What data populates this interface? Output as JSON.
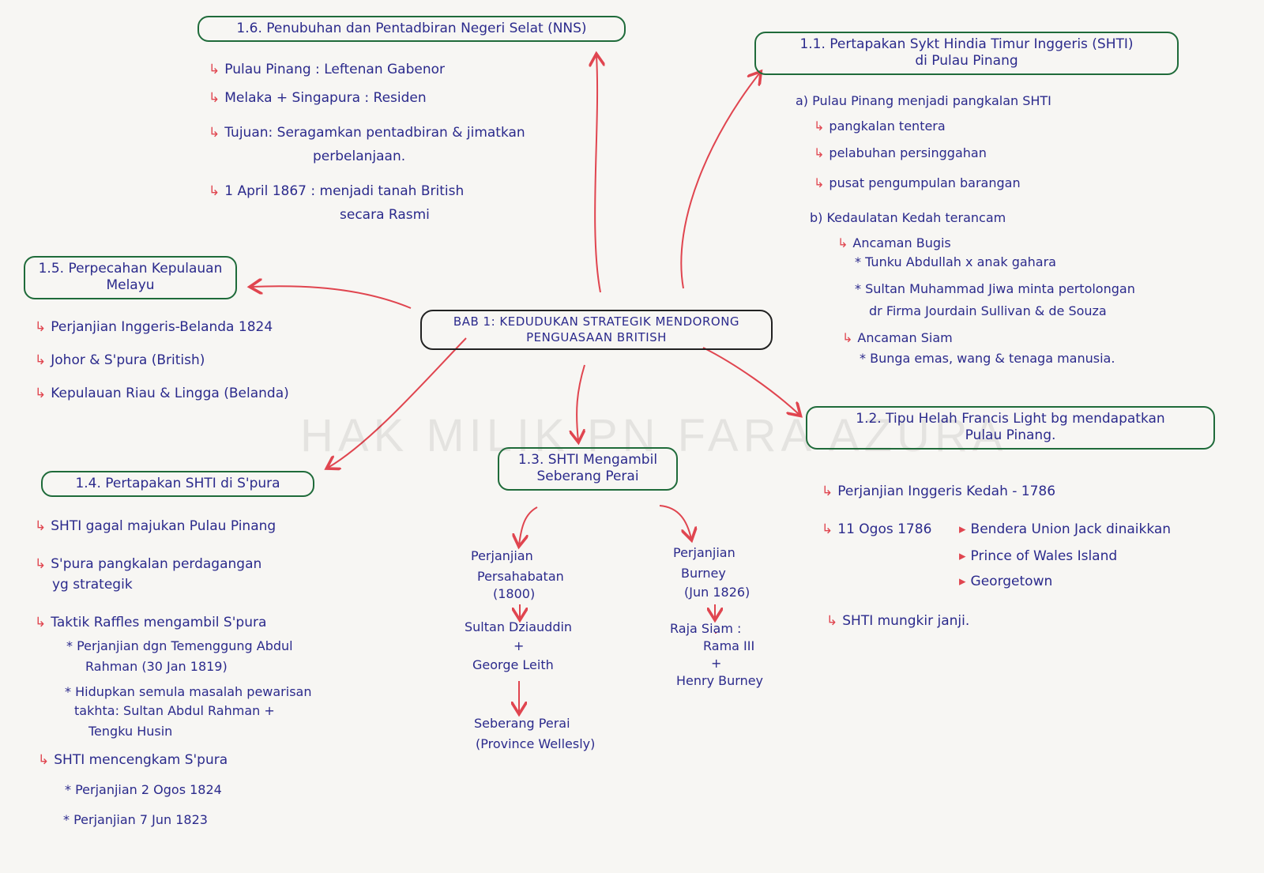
{
  "colors": {
    "ink": "#2b2a8c",
    "box_border": "#1f6b3a",
    "arrow": "#e0454f",
    "center_border": "#222222"
  },
  "watermark": "HAK MILIK PN FARA AZURA",
  "center": {
    "line1": "BAB 1: KEDUDUKAN STRATEGIK MENDORONG",
    "line2": "PENGUASAAN BRITISH"
  },
  "b16": {
    "title": "1.6. Penubuhan dan Pentadbiran Negeri Selat (NNS)",
    "items": [
      "Pulau Pinang : Leftenan Gabenor",
      "Melaka + Singapura : Residen",
      "Tujuan: Seragamkan pentadbiran & jimatkan",
      "perbelanjaan.",
      "1 April 1867 : menjadi tanah British",
      "secara Rasmi"
    ]
  },
  "b11": {
    "title1": "1.1. Pertapakan Sykt Hindia Timur Inggeris (SHTI)",
    "title2": "di Pulau Pinang",
    "items": [
      "a) Pulau Pinang menjadi pangkalan SHTI",
      "pangkalan tentera",
      "pelabuhan persinggahan",
      "pusat pengumpulan barangan",
      "b) Kedaulatan Kedah terancam",
      "Ancaman Bugis",
      "* Tunku Abdullah x anak gahara",
      "* Sultan Muhammad Jiwa minta pertolongan",
      "dr Firma Jourdain Sullivan & de Souza",
      "Ancaman Siam",
      "* Bunga emas, wang & tenaga manusia."
    ]
  },
  "b15": {
    "title1": "1.5. Perpecahan Kepulauan",
    "title2": "Melayu",
    "items": [
      "Perjanjian Inggeris-Belanda 1824",
      "Johor & S'pura (British)",
      "Kepulauan Riau & Lingga (Belanda)"
    ]
  },
  "b12": {
    "title1": "1.2. Tipu Helah Francis Light bg mendapatkan",
    "title2": "Pulau Pinang.",
    "items": [
      "Perjanjian Inggeris Kedah - 1786",
      "11 Ogos 1786",
      "Bendera Union Jack dinaikkan",
      "Prince of Wales Island",
      "Georgetown",
      "SHTI mungkir janji."
    ]
  },
  "b14": {
    "title": "1.4. Pertapakan SHTI di S'pura",
    "items": [
      "SHTI gagal majukan Pulau Pinang",
      "S'pura pangkalan perdagangan",
      "yg strategik",
      "Taktik Raffles mengambil S'pura",
      "* Perjanjian dgn Temenggung Abdul",
      "Rahman (30 Jan 1819)",
      "* Hidupkan semula masalah pewarisan",
      "takhta: Sultan Abdul Rahman +",
      "Tengku Husin",
      "SHTI mencengkam S'pura",
      "* Perjanjian 2 Ogos 1824",
      "* Perjanjian 7 Jun 1823"
    ]
  },
  "b13": {
    "title1": "1.3. SHTI Mengambil",
    "title2": "Seberang Perai",
    "left": [
      "Perjanjian",
      "Persahabatan",
      "(1800)",
      "Sultan Dziauddin",
      "+",
      "George Leith",
      "Seberang Perai",
      "(Province Wellesly)"
    ],
    "right": [
      "Perjanjian",
      "Burney",
      "(Jun 1826)",
      "Raja Siam :",
      "Rama III",
      "+",
      "Henry Burney"
    ]
  }
}
